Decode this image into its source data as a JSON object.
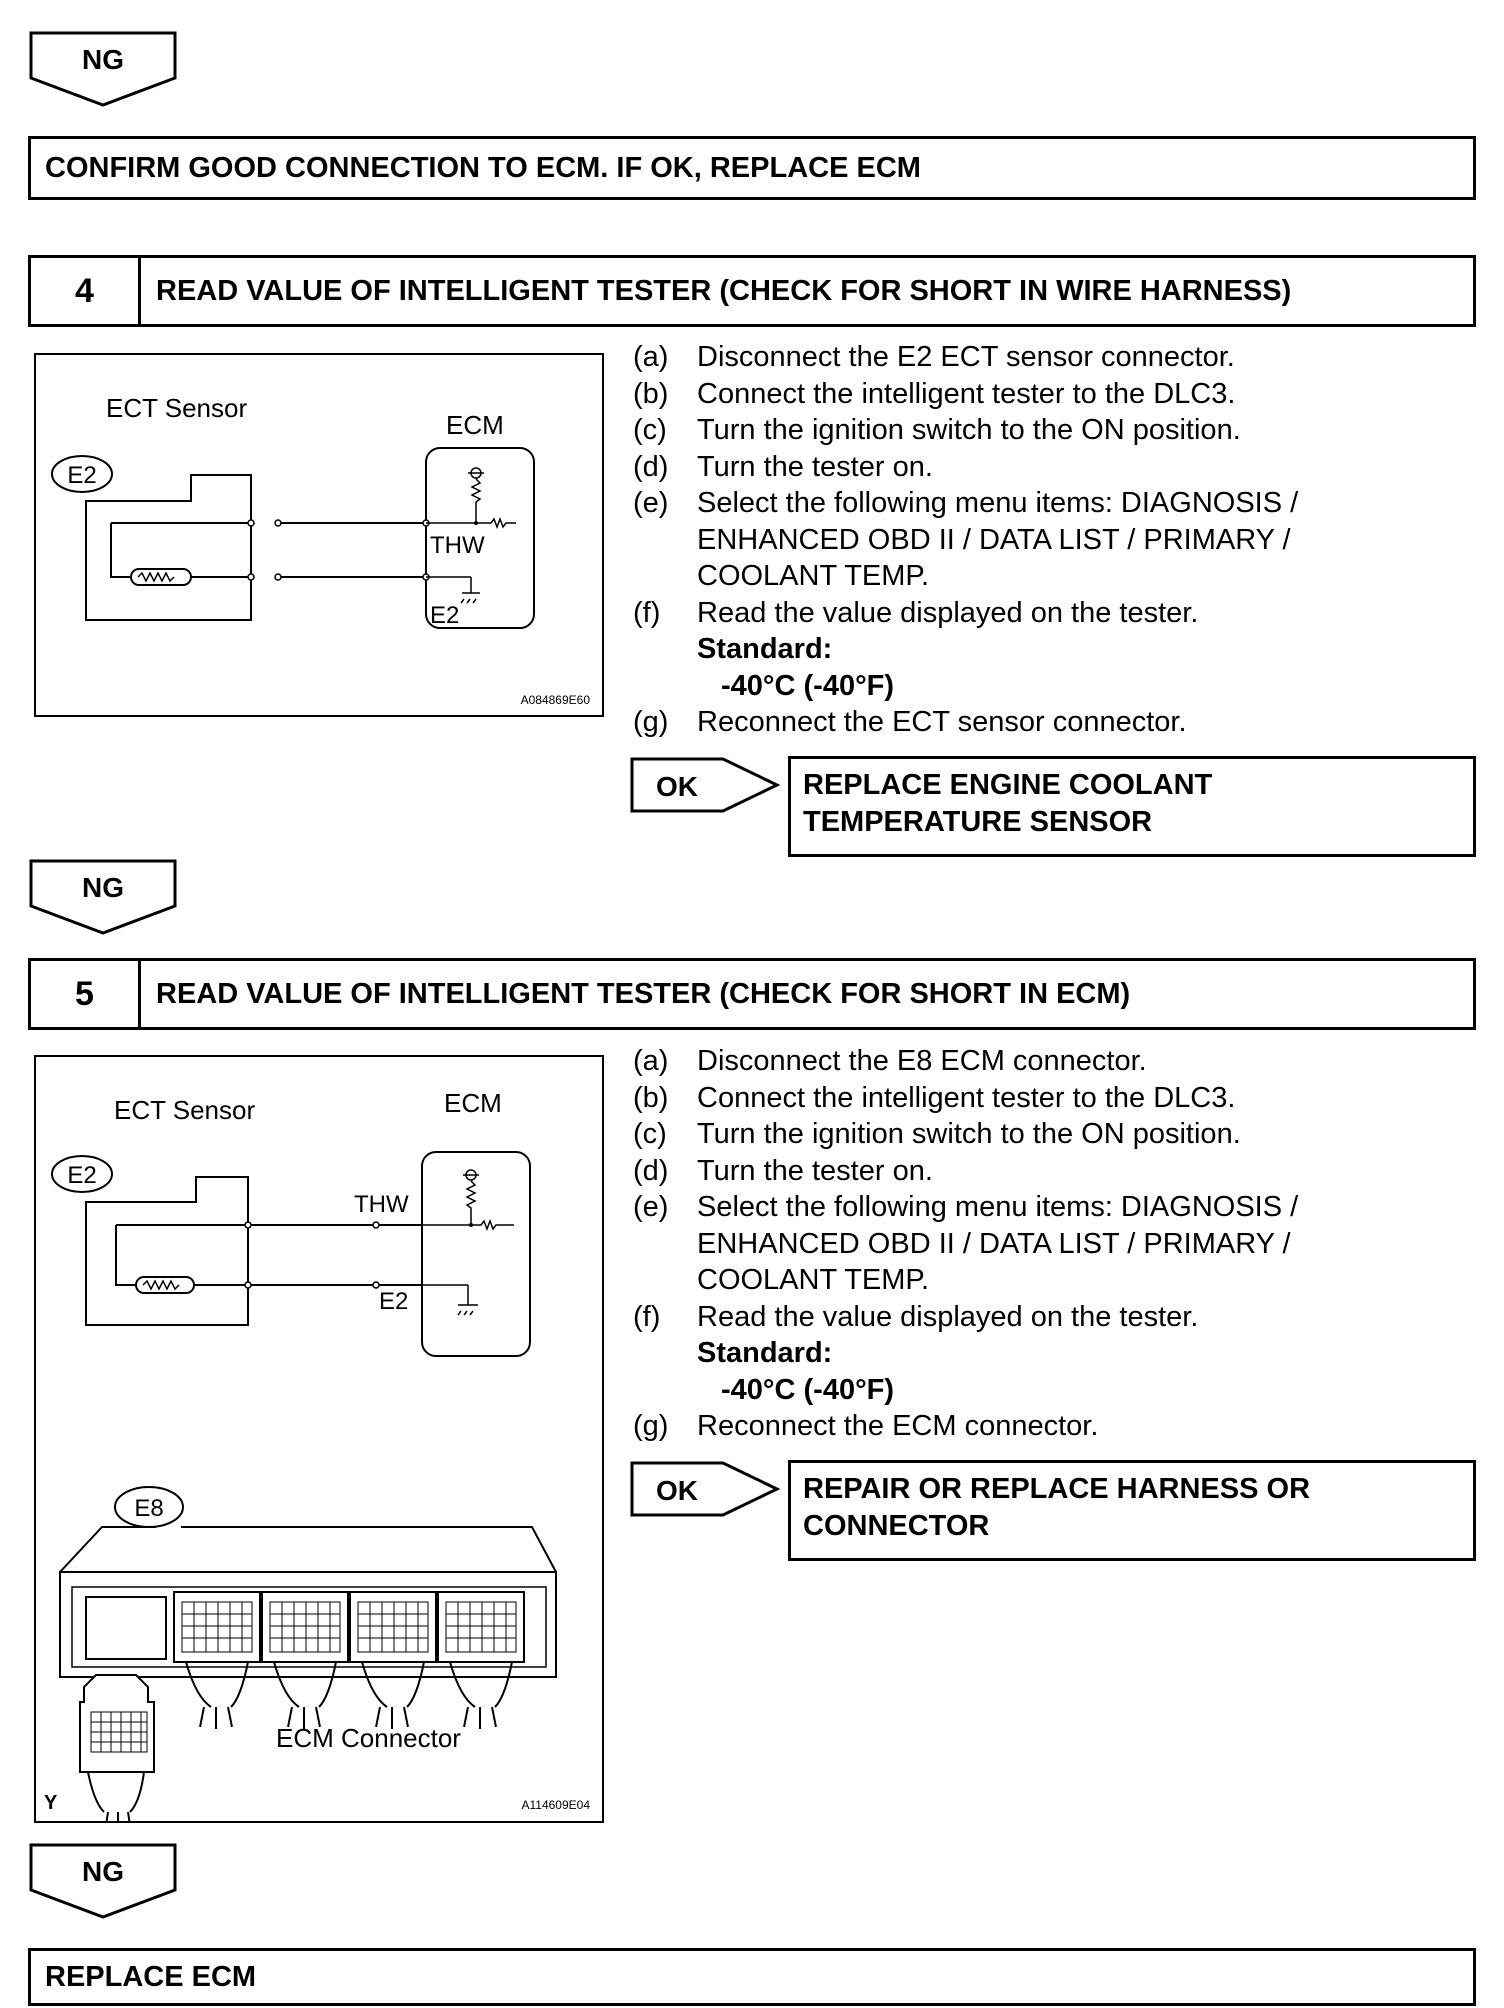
{
  "top": {
    "ng_label": "NG",
    "confirm_text": "CONFIRM GOOD CONNECTION TO ECM. IF OK, REPLACE ECM"
  },
  "step4": {
    "number": "4",
    "title": "READ VALUE OF INTELLIGENT TESTER (CHECK FOR SHORT IN WIRE HARNESS)",
    "diagram": {
      "sensor_label": "ECT Sensor",
      "ecm_label": "ECM",
      "connector_label": "E2",
      "thw_label": "THW",
      "e2_pin_label": "E2",
      "code": "A084869E60"
    },
    "instructions": [
      {
        "letter": "(a)",
        "text": "Disconnect the E2 ECT sensor connector."
      },
      {
        "letter": "(b)",
        "text": "Connect the intelligent tester to the DLC3."
      },
      {
        "letter": "(c)",
        "text": "Turn the ignition switch to the ON position."
      },
      {
        "letter": "(d)",
        "text": "Turn the tester on."
      },
      {
        "letter": "(e)",
        "text": "Select the following menu items: DIAGNOSIS /"
      },
      {
        "letter": "",
        "text": "ENHANCED OBD II / DATA LIST / PRIMARY /"
      },
      {
        "letter": "",
        "text": "COOLANT TEMP."
      },
      {
        "letter": "(f)",
        "text": "Read the value displayed on the tester."
      }
    ],
    "standard_label": "Standard:",
    "standard_value": "-40°C (-40°F)",
    "last_instruction": {
      "letter": "(g)",
      "text": "Reconnect the ECT sensor connector."
    },
    "ok_label": "OK",
    "ok_result_line1": "REPLACE ENGINE COOLANT",
    "ok_result_line2": "TEMPERATURE SENSOR",
    "ng_label": "NG"
  },
  "step5": {
    "number": "5",
    "title": "READ VALUE OF INTELLIGENT TESTER (CHECK FOR SHORT IN ECM)",
    "diagram": {
      "sensor_label": "ECT Sensor",
      "ecm_label": "ECM",
      "connector_label": "E2",
      "thw_label": "THW",
      "e2_pin_label": "E2",
      "e8_label": "E8",
      "ecm_connector_label": "ECM Connector",
      "corner_label": "Y",
      "code": "A114609E04"
    },
    "instructions": [
      {
        "letter": "(a)",
        "text": "Disconnect the E8 ECM connector."
      },
      {
        "letter": "(b)",
        "text": "Connect the intelligent tester to the DLC3."
      },
      {
        "letter": "(c)",
        "text": "Turn the ignition switch to the ON position."
      },
      {
        "letter": "(d)",
        "text": "Turn the tester on."
      },
      {
        "letter": "(e)",
        "text": "Select the following menu items: DIAGNOSIS /"
      },
      {
        "letter": "",
        "text": "ENHANCED OBD II / DATA LIST / PRIMARY /"
      },
      {
        "letter": "",
        "text": "COOLANT TEMP."
      },
      {
        "letter": "(f)",
        "text": "Read the value displayed on the tester."
      }
    ],
    "standard_label": "Standard:",
    "standard_value": "-40°C (-40°F)",
    "last_instruction": {
      "letter": "(g)",
      "text": "Reconnect the ECM connector."
    },
    "ok_label": "OK",
    "ok_result_line1": "REPAIR OR REPLACE HARNESS OR",
    "ok_result_line2": "CONNECTOR",
    "ng_label": "NG"
  },
  "bottom": {
    "replace_text": "REPLACE ECM"
  }
}
